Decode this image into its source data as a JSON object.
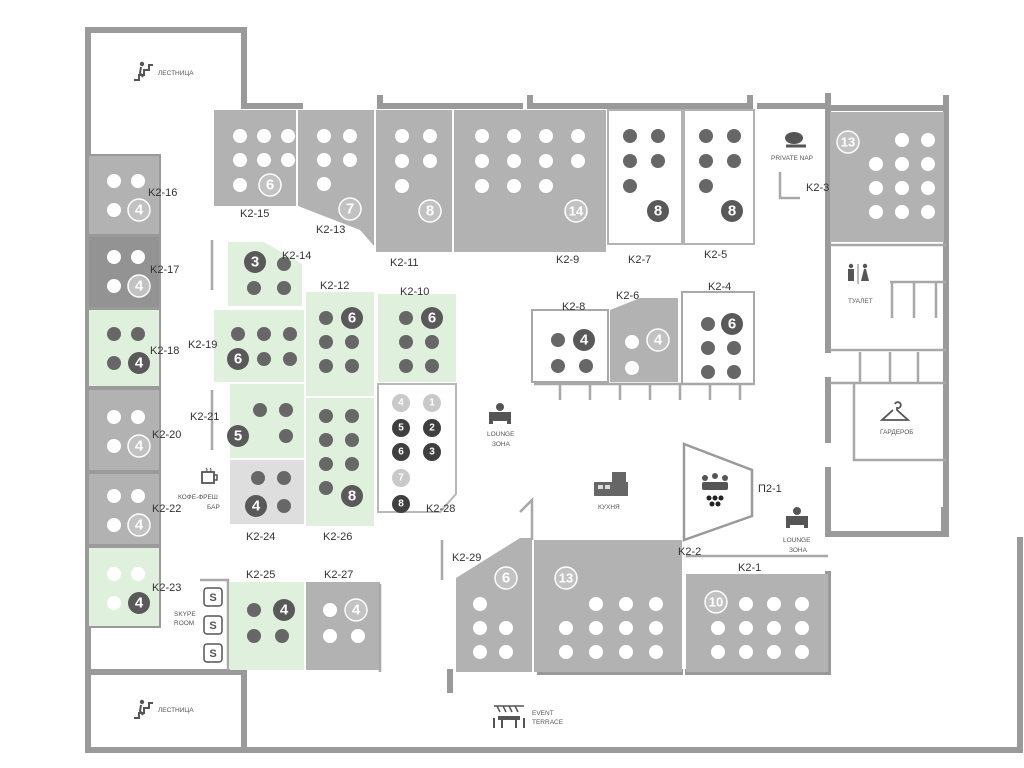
{
  "colors": {
    "grey_room": "#b2b2b2",
    "dark_room": "#939393",
    "green_room": "#dff0dc",
    "light_room": "#dedede",
    "wall": "#9a9a9a",
    "dot_white": "#ffffff",
    "dot_dark": "#676767",
    "dot_light": "#9d9d9d",
    "ring_dark": "#595959",
    "ring_light": "#c2c2c2"
  },
  "labels": {
    "stairs_top": "ЛЕСТНИЦА",
    "stairs_bottom": "ЛЕСТНИЦА",
    "private_nap": "PRIVATE NAP",
    "toilet": "ТУАЛЕТ",
    "wardrobe": "ГАРДЕРОБ",
    "lounge1_a": "LOUNGE",
    "lounge1_b": "ЗОНА",
    "lounge2_a": "LOUNGE",
    "lounge2_b": "ЗОНА",
    "kitchen": "КУХНЯ",
    "coffee_a": "КОФЕ-ФРЕШ",
    "coffee_b": "БАР",
    "skype_a": "SKYPE",
    "skype_b": "ROOM",
    "event_a": "EVENT",
    "event_b": "TERRACE"
  },
  "rooms": [
    {
      "id": "K2-16",
      "cap": 4
    },
    {
      "id": "K2-17",
      "cap": 4
    },
    {
      "id": "K2-18",
      "cap": 4
    },
    {
      "id": "K2-20",
      "cap": 4
    },
    {
      "id": "K2-22",
      "cap": 4
    },
    {
      "id": "K2-23",
      "cap": 4
    },
    {
      "id": "K2-15",
      "cap": 6
    },
    {
      "id": "K2-13",
      "cap": 7
    },
    {
      "id": "K2-11",
      "cap": 8
    },
    {
      "id": "K2-9",
      "cap": 14
    },
    {
      "id": "K2-7",
      "cap": 8
    },
    {
      "id": "K2-5",
      "cap": 8
    },
    {
      "id": "K2-3",
      "cap": 13
    },
    {
      "id": "K2-14",
      "cap": 3
    },
    {
      "id": "K2-19",
      "cap": 6
    },
    {
      "id": "K2-21",
      "cap": 5
    },
    {
      "id": "K2-24",
      "cap": 4
    },
    {
      "id": "K2-12",
      "cap": 6
    },
    {
      "id": "K2-26",
      "cap": 8
    },
    {
      "id": "K2-10",
      "cap": 6
    },
    {
      "id": "K2-8",
      "cap": 4
    },
    {
      "id": "K2-6",
      "cap": 4
    },
    {
      "id": "K2-4",
      "cap": 6
    },
    {
      "id": "K2-25",
      "cap": 4
    },
    {
      "id": "K2-27",
      "cap": 4
    },
    {
      "id": "K2-29",
      "cap": 6
    },
    {
      "id": "K2-2",
      "cap": 13
    },
    {
      "id": "K2-1",
      "cap": 10
    }
  ],
  "k2_28": {
    "id": "K2-28",
    "caps": [
      4,
      1,
      5,
      2,
      6,
      3,
      7,
      8
    ]
  },
  "p2_1": {
    "id": "П2-1"
  }
}
